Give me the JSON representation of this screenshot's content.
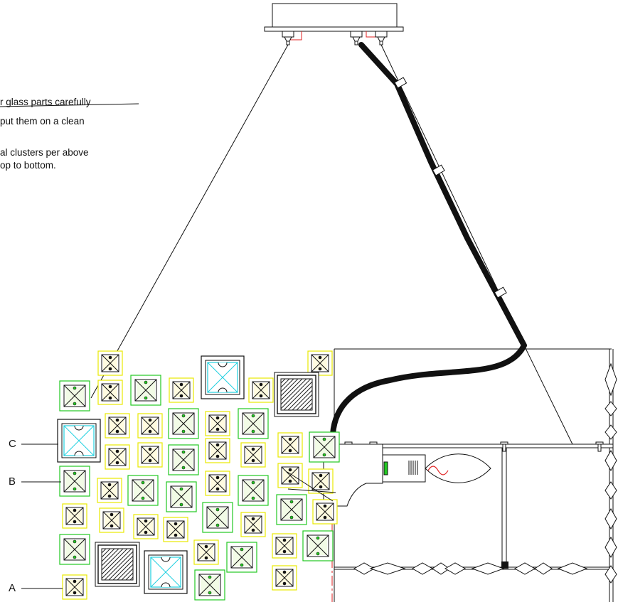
{
  "note": {
    "line1": "r glass parts carefully",
    "line2": " put them on a clean",
    "line3": "al clusters per above",
    "line4": "op to bottom."
  },
  "labels": {
    "a": "A",
    "b": "B",
    "c": "C"
  },
  "colors": {
    "line": "#111111",
    "small_frame": "#e8e800",
    "medium_frame": "#22c922",
    "large_frame": "#20d0e0",
    "hatched_block": "#222222",
    "bulb_filament": "#e02020",
    "canopy_bracket": "#e02020",
    "centerline": "#e02020"
  },
  "icons": {
    "square_crystal": "square-crystal-icon",
    "hatched_crystal": "hatched-crystal-icon",
    "diamond_crystal": "diamond-crystal-icon",
    "candle_bulb": "candle-bulb-icon"
  }
}
